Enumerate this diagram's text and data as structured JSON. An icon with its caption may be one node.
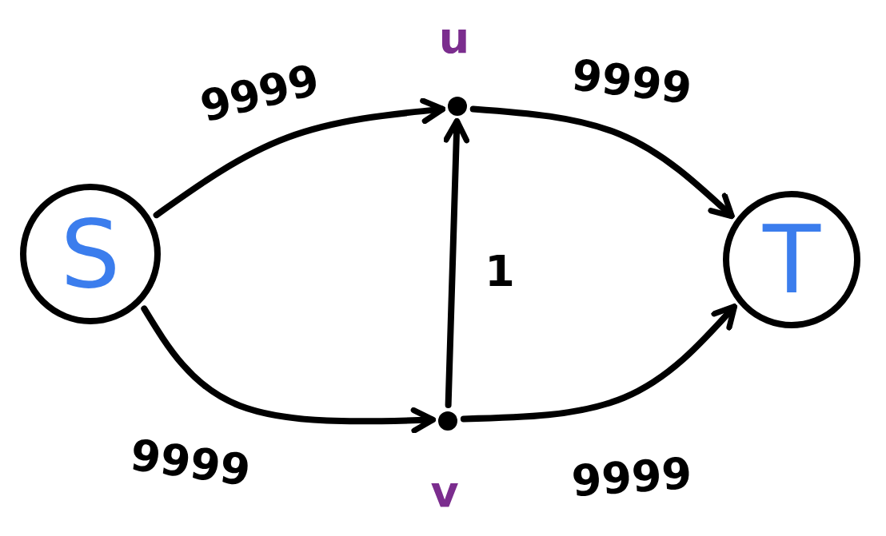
{
  "diagram": {
    "nodes": [
      {
        "text": [
          "S"
        ]
      },
      {
        "text": [],
        "shape": "dot",
        "beside": [
          "u"
        ]
      },
      {
        "text": [],
        "shape": "dot",
        "beside": [
          "v"
        ]
      },
      {
        "text": [
          "T"
        ]
      }
    ],
    "edges": [
      {
        "from": 0,
        "to": 1,
        "arrow": "to",
        "label": "9999"
      },
      {
        "from": 1,
        "to": 3,
        "arrow": "to",
        "label": "9999"
      },
      {
        "from": 0,
        "to": 2,
        "arrow": "to",
        "label": "9999"
      },
      {
        "from": 2,
        "to": 3,
        "arrow": "to",
        "label": "9999"
      },
      {
        "from": 2,
        "to": 1,
        "arrow": "to",
        "label": "1"
      }
    ]
  }
}
